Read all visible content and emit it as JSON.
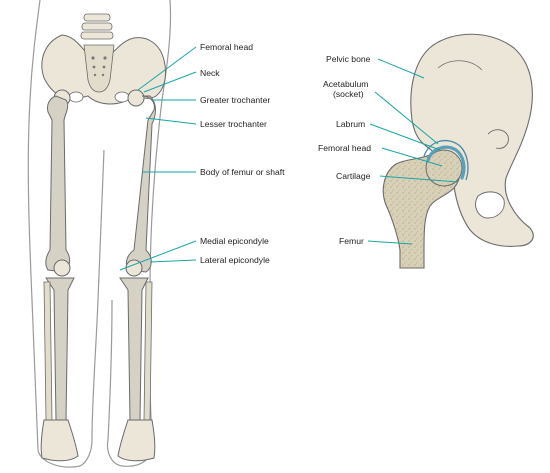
{
  "colors": {
    "bone_fill": "#ebe6d8",
    "bone_shaft": "#d6d1c5",
    "bone_outline": "#6b6b6b",
    "body_outline": "#9a9a9a",
    "leader": "#1aa5a5",
    "cartilage": "#5aa0b8",
    "marrow": "#c9bfa3"
  },
  "left_labels": [
    {
      "key": "femoral-head",
      "text": "Femoral head"
    },
    {
      "key": "neck",
      "text": "Neck"
    },
    {
      "key": "greater-trochanter",
      "text": "Greater trochanter"
    },
    {
      "key": "lesser-trochanter",
      "text": "Lesser trochanter"
    },
    {
      "key": "femur-shaft",
      "text": "Body of femur or shaft"
    },
    {
      "key": "medial-epicondyle",
      "text": "Medial epicondyle"
    },
    {
      "key": "lateral-epicondyle",
      "text": "Lateral epicondyle"
    }
  ],
  "right_labels": [
    {
      "key": "pelvic-bone",
      "text": "Pelvic bone"
    },
    {
      "key": "acetabulum",
      "text": "Acetabulum"
    },
    {
      "key": "acetabulum-socket",
      "text": "(socket)"
    },
    {
      "key": "labrum",
      "text": "Labrum"
    },
    {
      "key": "femoral-head-detail",
      "text": "Femoral head"
    },
    {
      "key": "cartilage",
      "text": "Cartilage"
    },
    {
      "key": "femur",
      "text": "Femur"
    }
  ]
}
